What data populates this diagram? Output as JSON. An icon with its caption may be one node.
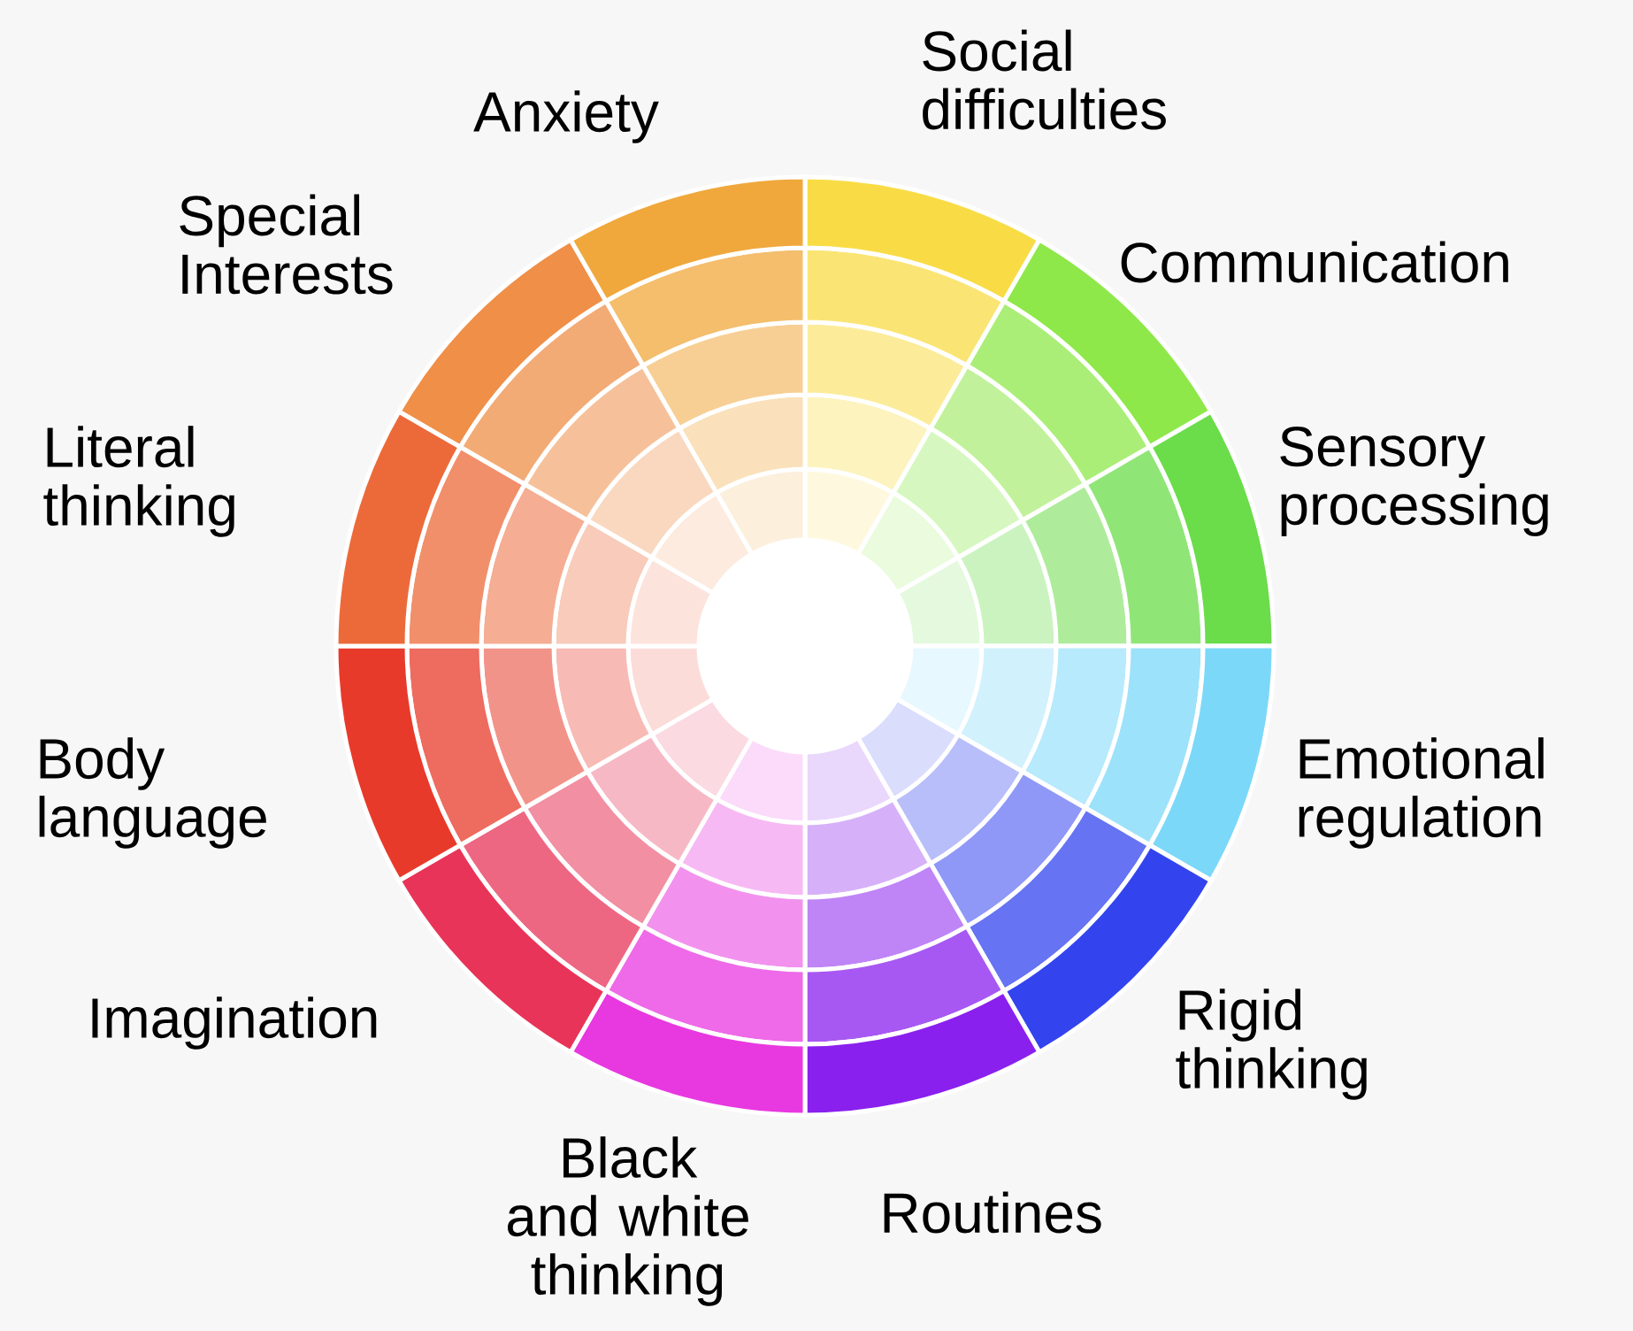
{
  "diagram": {
    "nodes": [
      {
        "text": [
          "Social difficulties"
        ]
      },
      {
        "text": [
          "Communication"
        ]
      },
      {
        "text": [
          "Sensory processing"
        ]
      },
      {
        "text": [
          "Emotional regulation"
        ]
      },
      {
        "text": [
          "Rigid thinking"
        ]
      },
      {
        "text": [
          "Routines"
        ]
      },
      {
        "text": [
          "Black and white thinking"
        ]
      },
      {
        "text": [
          "Imagination"
        ]
      },
      {
        "text": [
          "Body language"
        ]
      },
      {
        "text": [
          "Literal thinking"
        ]
      },
      {
        "text": [
          "Special Interests"
        ]
      },
      {
        "text": [
          "Anxiety"
        ]
      }
    ]
  }
}
